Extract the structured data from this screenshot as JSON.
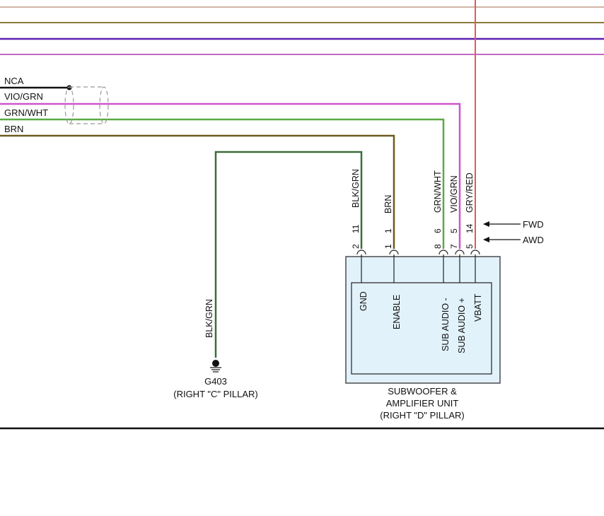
{
  "colors": {
    "tan": "#cfb5a5",
    "olive": "#8a7a3a",
    "violet": "#5a1fb0",
    "magenta": "#c06ac4",
    "nca": "#111111",
    "vio_grn": "#cc55cc",
    "grn_wht": "#5aaa44",
    "brn": "#6e5a22",
    "blk_grn": "#3a6e3a",
    "gry_red": "#e05a5a",
    "module_fill": "#e2f2fa",
    "outline": "#222222",
    "shield": "#999999"
  },
  "left_wires": {
    "nca": "NCA",
    "vio_grn": "VIO/GRN",
    "grn_wht": "GRN/WHT",
    "brn": "BRN"
  },
  "ground": {
    "wire_label": "BLK/GRN",
    "id": "G403",
    "location": "(RIGHT \"C\" PILLAR)"
  },
  "module": {
    "name_line1": "SUBWOOFER &",
    "name_line2": "AMPLIFIER UNIT",
    "name_line3": "(RIGHT \"D\" PILLAR)",
    "pins": [
      {
        "wire": "BLK/GRN",
        "upper": "11",
        "lower": "2",
        "function": "GND"
      },
      {
        "wire": "BRN",
        "upper": "1",
        "lower": "1",
        "function": "ENABLE"
      },
      {
        "wire": "GRN/WHT",
        "upper": "6",
        "lower": "8",
        "function": "SUB AUDIO -"
      },
      {
        "wire": "VIO/GRN",
        "upper": "5",
        "lower": "7",
        "function": "SUB AUDIO +"
      },
      {
        "wire": "GRY/RED",
        "upper": "14",
        "lower": "5",
        "function": "VBATT"
      }
    ]
  },
  "pin_variants": {
    "fwd": "FWD",
    "awd": "AWD"
  }
}
